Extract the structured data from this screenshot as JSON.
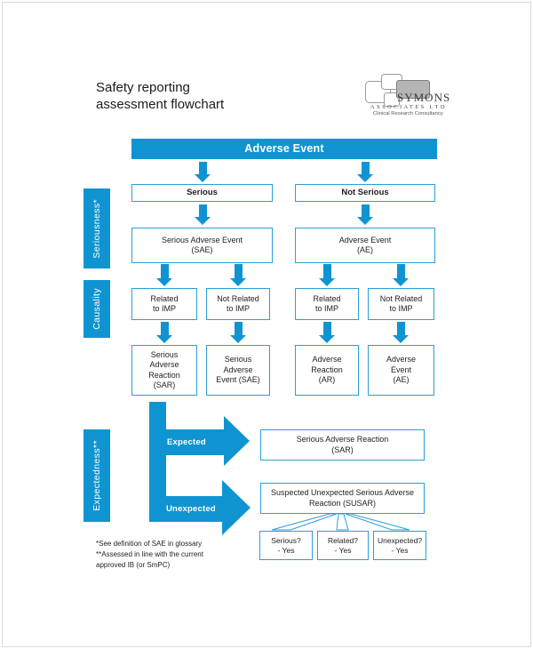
{
  "page": {
    "title": "Safety reporting\nassessment flowchart"
  },
  "logo": {
    "company": "SYMONS",
    "company_suffix": "ASSOCIATES LTD",
    "tagline": "Clinical Research Consultancy"
  },
  "colors": {
    "accent_blue": "#1094d1",
    "box_border_blue": "#2c9fd6",
    "logo_gray": "#b5b5b5"
  },
  "flowchart": {
    "root_label": "Adverse Event",
    "section_labels": {
      "seriousness": "Seriousness*",
      "causality": "Causality",
      "expectedness": "Expectedness**"
    },
    "seriousness_row": {
      "serious": "Serious",
      "not_serious": "Not Serious"
    },
    "classification_row": {
      "sae": "Serious Adverse Event\n(SAE)",
      "ae": "Adverse Event\n(AE)"
    },
    "causality_row": [
      "Related\nto IMP",
      "Not Related\nto IMP",
      "Related\nto IMP",
      "Not Related\nto IMP"
    ],
    "outcome_row": [
      "Serious\nAdverse\nReaction\n(SAR)",
      "Serious\nAdverse\nEvent (SAE)",
      "Adverse\nReaction\n(AR)",
      "Adverse\nEvent\n(AE)"
    ],
    "expectedness": {
      "expected_label": "Expected",
      "unexpected_label": "Unexpected",
      "expected_outcome": "Serious Adverse Reaction\n(SAR)",
      "unexpected_outcome": "Suspected Unexpected Serious Adverse\nReaction (SUSAR)",
      "criteria": [
        "Serious?\n- Yes",
        "Related?\n- Yes",
        "Unexpected?\n- Yes"
      ]
    },
    "footnotes": "*See definition of SAE in glossary\n**Assessed in line with the current\napproved IB (or SmPC)"
  }
}
